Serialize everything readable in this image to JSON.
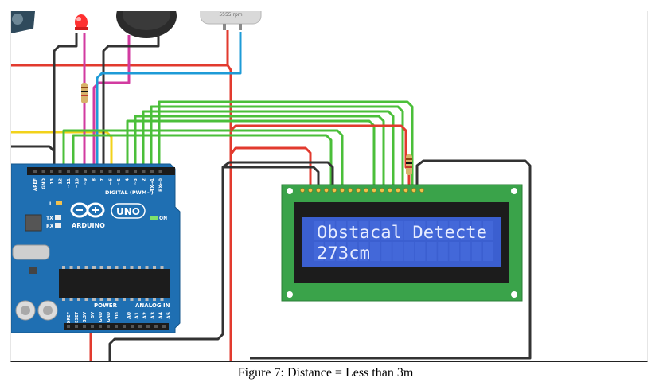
{
  "caption": "Figure 7: Distance = Less than 3m",
  "lcd": {
    "line1": "Obstacal Detecte",
    "line2": "273cm",
    "backlight_color": "#3b5fd0",
    "text_color": "#e6ecff"
  },
  "arduino": {
    "brand": "ARDUINO",
    "model": "UNO",
    "digital_header_label": "DIGITAL (PWM~)",
    "power_label": "POWER",
    "analog_label": "ANALOG IN",
    "tx_label": "TX",
    "rx_label": "RX",
    "l_label": "L",
    "on_label": "ON",
    "digital_pins": [
      "AREF",
      "GND",
      "13",
      "12",
      "~11",
      "~10",
      "~9",
      "8",
      "7",
      "~6",
      "~5",
      "4",
      "~3",
      "2",
      "TX→1",
      "RX←0"
    ],
    "power_pins": [
      "IOREF",
      "RESET",
      "3.3V",
      "5V",
      "GND",
      "GND",
      "Vin"
    ],
    "analog_pins": [
      "A0",
      "A1",
      "A2",
      "A3",
      "A4",
      "A5"
    ],
    "board_color": "#1f6fb2"
  },
  "motor": {
    "label": "5555 rpm"
  },
  "wire_colors": {
    "red": "#e23a2e",
    "black": "#333333",
    "green": "#4bbf3a",
    "blue": "#1e9bd7",
    "magenta": "#d23ba0",
    "yellow": "#f2d21b"
  },
  "icons": {
    "led": "red-led-icon",
    "resistor": "resistor-icon",
    "buzzer": "piezo-buzzer-icon",
    "motor": "dc-motor-icon",
    "ultrasonic": "sensor-corner-icon"
  }
}
